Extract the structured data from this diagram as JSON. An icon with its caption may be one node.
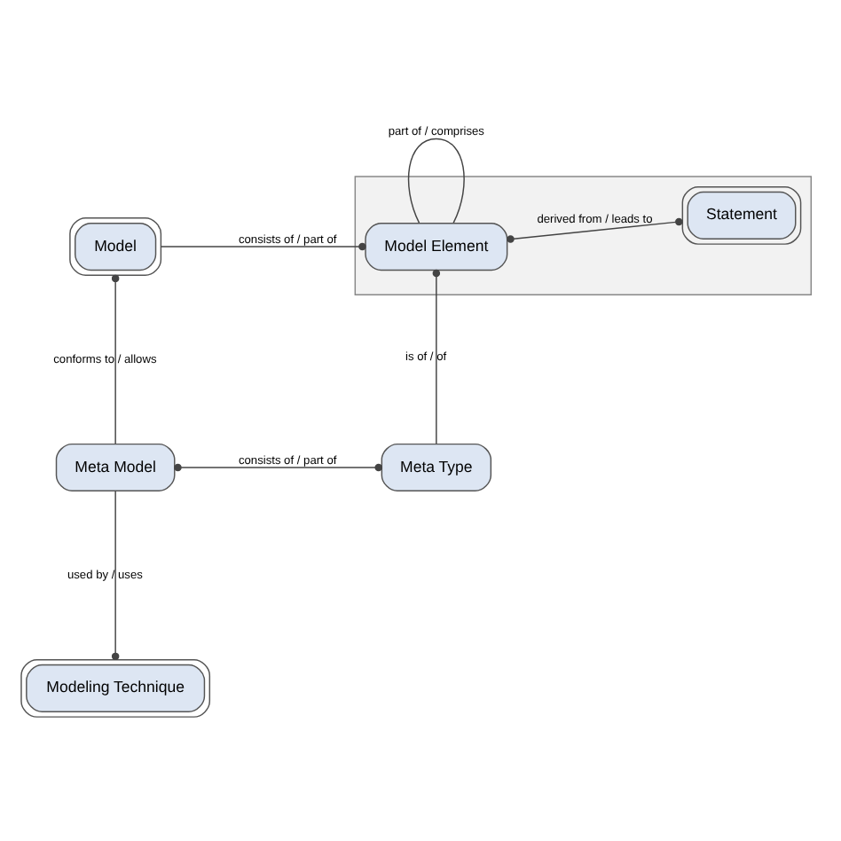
{
  "diagram": {
    "nodes": [
      {
        "text": [],
        "shape": "box"
      },
      {
        "text": [
          "Model"
        ]
      },
      {
        "text": [
          "Model Element"
        ],
        "in": 0
      },
      {
        "text": [
          "Statement"
        ],
        "in": 0
      },
      {
        "text": [
          "Meta Model"
        ]
      },
      {
        "text": [
          "Meta Type"
        ]
      },
      {
        "text": [
          "Modeling Technique"
        ]
      }
    ],
    "edges": [
      {
        "from": 1,
        "to": 2,
        "arrow": "other",
        "label": "consists of / part of"
      },
      {
        "from": 2,
        "to": 2,
        "arrow": "none",
        "label": "part of / comprises"
      },
      {
        "from": 2,
        "to": 3,
        "arrow": "other",
        "label": "derived from / leads to"
      },
      {
        "from": 1,
        "to": 4,
        "arrow": "other",
        "label": "conforms to / allows"
      },
      {
        "from": 2,
        "to": 5,
        "arrow": "other",
        "label": "is of / of"
      },
      {
        "from": 4,
        "to": 5,
        "arrow": "other",
        "label": "consists of / part of"
      },
      {
        "from": 4,
        "to": 6,
        "arrow": "other",
        "label": "used by / uses"
      }
    ]
  }
}
